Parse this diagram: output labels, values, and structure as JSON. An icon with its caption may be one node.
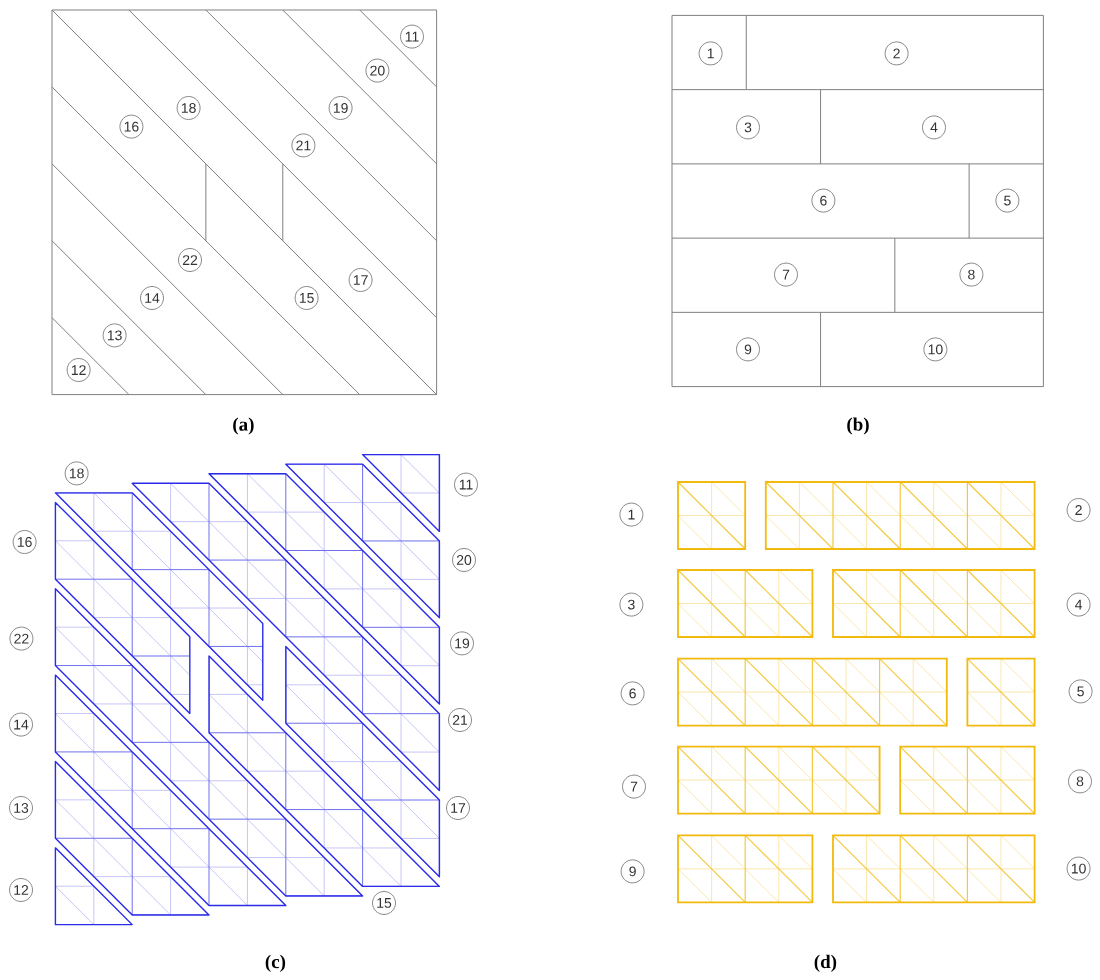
{
  "diagram": {
    "labels": [
      "11",
      "20",
      "18",
      "19",
      "16",
      "21",
      "22",
      "17",
      "14",
      "15",
      "13",
      "12",
      "(a)",
      "1",
      "2",
      "3",
      "4",
      "6",
      "5",
      "7",
      "8",
      "9",
      "10",
      "(b)",
      "18",
      "11",
      "16",
      "20",
      "22",
      "19",
      "14",
      "21",
      "13",
      "17",
      "12",
      "15",
      "(c)",
      "1",
      "2",
      "3",
      "4",
      "6",
      "5",
      "7",
      "8",
      "9",
      "10",
      "(d)"
    ]
  }
}
